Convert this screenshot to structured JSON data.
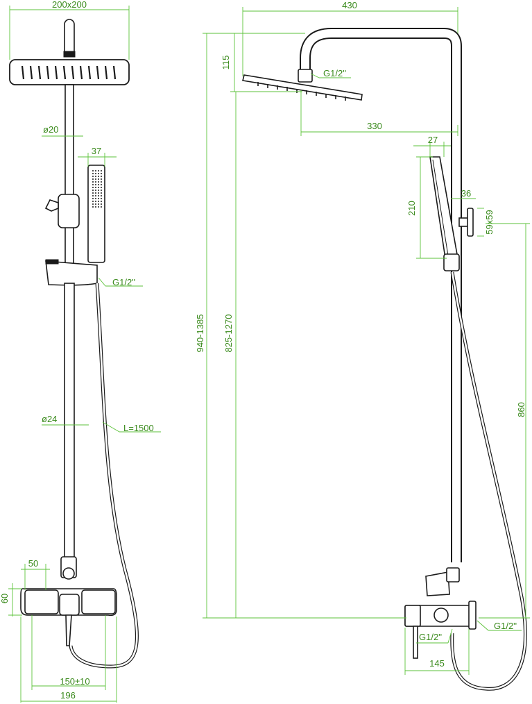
{
  "dimensions": {
    "head_size": "200x200",
    "overall_width": "430",
    "pipe_diameter_top": "ø20",
    "hand_shower_width": "37",
    "thread_hand_shower": "G1/2''",
    "thread_head": "G1/2''",
    "pipe_diameter_bottom": "ø24",
    "hose_length": "L=1500",
    "mixer_spout": "50",
    "mixer_height": "60",
    "connection_spacing": "150±10",
    "mixer_width": "196",
    "head_height": "115",
    "arm_reach": "330",
    "holder_depth": "27",
    "holder_offset": "36",
    "wall_bracket": "59x59",
    "hand_shower_length": "210",
    "total_height": "940-1385",
    "adjustable_height": "825-1270",
    "bracket_height": "860",
    "mixer_thread_left": "G1/2''",
    "mixer_thread_right": "G1/2''",
    "mixer_depth": "145"
  },
  "colors": {
    "dimension": "#5bc238",
    "dimension_text": "#3a8a1c",
    "outline": "#1a1a1a"
  }
}
